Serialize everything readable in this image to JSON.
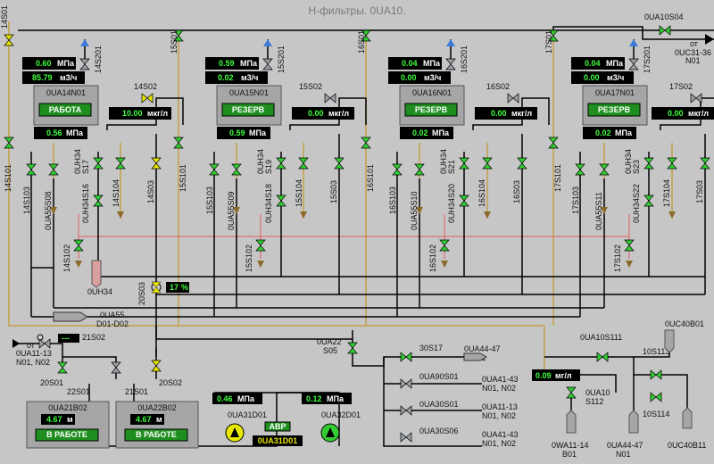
{
  "title": "Н-фильтры. 0UA10.",
  "colors": {
    "background": "#c6c6c6",
    "display_bg": "#000000",
    "value_green": "#40ff40",
    "valve_open": "#33cc33",
    "valve_closed": "#9aa0a6",
    "valve_yellow": "#e6e600",
    "pipe_black": "#000000",
    "pipe_tan": "#c4a04a",
    "pipe_red": "#e06060",
    "pump_yellow": "#e8e800",
    "pump_green": "#33cc33",
    "plaque_green": "#1e8e1e",
    "vessel": "#a6a6a6"
  },
  "filters": [
    {
      "id": "0UA14N01",
      "status": "РАБОТА",
      "pressure": "0.60",
      "pressure_unit": "МПа",
      "flow": "85.79",
      "flow_unit": "м3/ч",
      "outlet_pressure": "0.56",
      "outlet_unit": "МПа",
      "conc": "10.00",
      "conc_unit": "мкг/л"
    },
    {
      "id": "0UA15N01",
      "status": "РЕЗЕРВ",
      "pressure": "0.59",
      "pressure_unit": "МПа",
      "flow": "0.02",
      "flow_unit": "м3/ч",
      "outlet_pressure": "0.59",
      "outlet_unit": "МПа",
      "conc": "0.00",
      "conc_unit": "мкг/л"
    },
    {
      "id": "0UA16N01",
      "status": "РЕЗЕРВ",
      "pressure": "0.04",
      "pressure_unit": "МПа",
      "flow": "0.00",
      "flow_unit": "м3/ч",
      "outlet_pressure": "0.02",
      "outlet_unit": "МПа",
      "conc": "0.00",
      "conc_unit": "мкг/л"
    },
    {
      "id": "0UA17N01",
      "status": "РЕЗЕРВ",
      "pressure": "0.04",
      "pressure_unit": "МПа",
      "flow": "0.00",
      "flow_unit": "м3/ч",
      "outlet_pressure": "0.02",
      "outlet_unit": "МПа",
      "conc": "0.00",
      "conc_unit": "мкг/л"
    }
  ],
  "labels": {
    "v14s01": "14S01",
    "v15s01": "15S01",
    "v16s01": "16S01",
    "v17s01": "17S01",
    "v14s201": "14S201",
    "v15s201": "15S201",
    "v16s201": "16S201",
    "v17s201": "17S201",
    "v14s02": "14S02",
    "v15s02": "15S02",
    "v16s02": "16S02",
    "v17s02": "17S02",
    "v14s101": "14S101",
    "v15s101": "15S101",
    "v16s101": "16S101",
    "v17s101": "17S101",
    "v14s103": "14S103",
    "v15s103": "15S103",
    "v16s103": "16S103",
    "v17s103": "17S103",
    "a14": "0UA55S08",
    "a15": "0UA55S09",
    "a16": "0UA55S10",
    "a17": "0UA55S11",
    "h14a": "0UH34",
    "h14b": "S17",
    "h15a": "0UH34",
    "h15b": "S19",
    "h16a": "0UH34",
    "h16b": "S21",
    "h17a": "0UH34",
    "h17b": "S23",
    "h14s": "0UH34S16",
    "h15s": "0UH34S18",
    "h16s": "0UH34S20",
    "h17s": "0UH34S22",
    "v14s104": "14S104",
    "v15s104": "15S104",
    "v16s104": "16S104",
    "v17s104": "17S104",
    "v14s03": "14S03",
    "v15s03": "15S03",
    "v16s03": "16S03",
    "v17s03": "17S03",
    "v14s102": "14S102",
    "v15s102": "15S102",
    "v16s102": "16S102",
    "v17s102": "17S102",
    "uh34": "0UH34",
    "s20s03": "20S03",
    "pct": "17",
    "pct_unit": "%",
    "ua55a": "0UA55",
    "ua55b": "D01-D02",
    "v21s02": "21S02",
    "ot1a": "от",
    "ot1b": "0UA11-13",
    "ot1c": "N01, N02",
    "s20s01": "20S01",
    "s22s01": "22S01",
    "s21s01": "21S01",
    "s20s02": "20S02",
    "ua10s04": "0UA10S04",
    "ot2a": "от",
    "ot2b": "0UC31-36",
    "ot2c": "N01",
    "ua22a": "0UA22",
    "ua22b": "S05",
    "s30s17": "30S17",
    "ua44a": "0UA44-47",
    "ua44b": "N01",
    "ua90": "0UA90S01",
    "out1a": "0UA41-43",
    "out1b": "N01, N02",
    "ua30s01": "0UA30S01",
    "out2a": "0UA11-13",
    "out2b": "N01, N02",
    "ua30s06": "0UA30S06",
    "out3a": "0UA41-43",
    "out3b": "N01, N02",
    "ua10s111": "0UA10S111",
    "ua10a": "0UA10",
    "ua10b": "S112",
    "s10s113": "10S113",
    "s10s114": "10S114",
    "uc40b01": "0UC40B01",
    "uc40b11": "0UC40B11",
    "wa11a": "0WA11-14",
    "wa11b": "B01",
    "ua44c": "0UA44-47",
    "ua44d": "N01",
    "ua31d01": "0UA31D01",
    "ua32d01": "0UA32D01",
    "avr": "АВР"
  },
  "tanks": [
    {
      "id": "0UA21B02",
      "level": "4.67",
      "unit": "м",
      "status": "В РАБОТЕ"
    },
    {
      "id": "0UA22B02",
      "level": "4.67",
      "unit": "м",
      "status": "В РАБОТЕ"
    }
  ],
  "pumps": {
    "p1_pressure": "0.46",
    "p2_pressure": "0.12",
    "unit": "МПа",
    "plaque": "0UA31D01"
  },
  "ua10_conc": "0.09",
  "ua10_unit": "мг/л",
  "s21s02_value": "---"
}
